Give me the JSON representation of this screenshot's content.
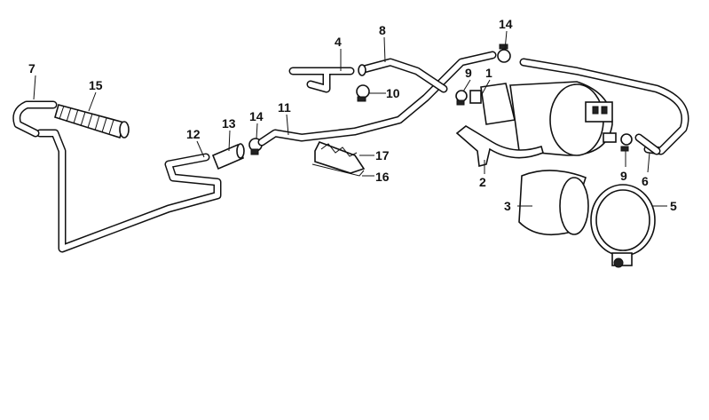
{
  "diagram": {
    "type": "parts-exploded-view",
    "callouts": [
      "7",
      "15",
      "12",
      "13",
      "14",
      "11",
      "4",
      "8",
      "10",
      "9",
      "1",
      "14",
      "17",
      "16",
      "2",
      "3",
      "5",
      "9",
      "6"
    ]
  }
}
